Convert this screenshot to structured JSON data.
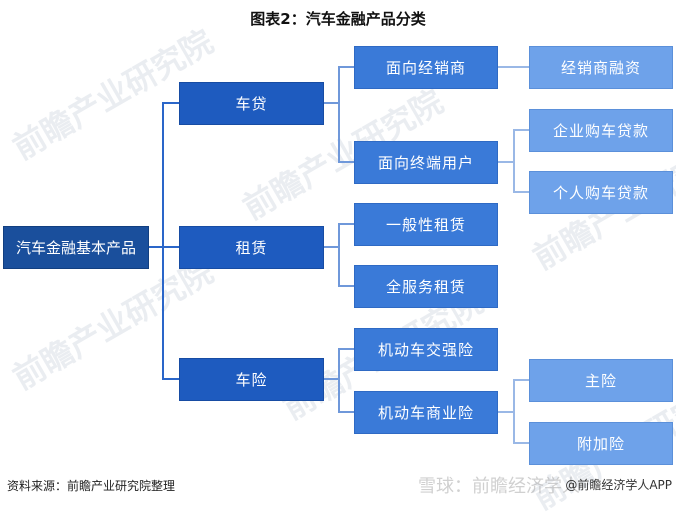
{
  "title": "图表2：汽车金融产品分类",
  "root": {
    "label": "汽车金融基本产品"
  },
  "level1": [
    {
      "label": "车贷"
    },
    {
      "label": "租赁"
    },
    {
      "label": "车险"
    }
  ],
  "level2": [
    {
      "label": "面向经销商",
      "parent": "车贷"
    },
    {
      "label": "面向终端用户",
      "parent": "车贷"
    },
    {
      "label": "一般性租赁",
      "parent": "租赁"
    },
    {
      "label": "全服务租赁",
      "parent": "租赁"
    },
    {
      "label": "机动车交强险",
      "parent": "车险"
    },
    {
      "label": "机动车商业险",
      "parent": "车险"
    }
  ],
  "level3": [
    {
      "label": "经销商融资",
      "parent": "面向经销商"
    },
    {
      "label": "企业购车贷款",
      "parent": "面向终端用户"
    },
    {
      "label": "个人购车贷款",
      "parent": "面向终端用户"
    },
    {
      "label": "主险",
      "parent": "机动车商业险"
    },
    {
      "label": "附加险",
      "parent": "机动车商业险"
    }
  ],
  "footer": {
    "source": "资料来源：前瞻产业研究院整理",
    "watermark_xueqiu": "雪球：前瞻经济学人",
    "credit": "@前瞻经济学人APP"
  },
  "watermarks": {
    "brand": "前瞻产业研究院"
  },
  "colors": {
    "root": "#1a4f9c",
    "level1": "#1e5bbf",
    "level2": "#3a7ad8",
    "level3": "#6ea2ea"
  }
}
